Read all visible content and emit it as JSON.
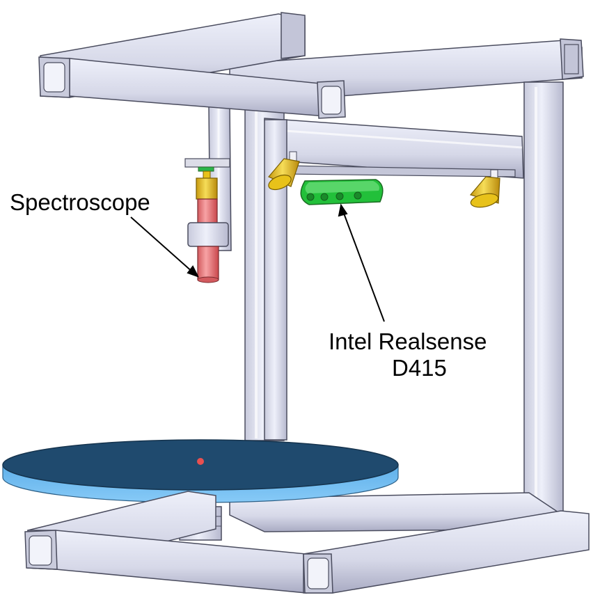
{
  "labels": {
    "spectroscope": "Spectroscope",
    "camera_line1": "Intel  Realsense",
    "camera_line2": "D415"
  },
  "colors": {
    "frame_fill": "#d9dbea",
    "frame_dark": "#a9abc3",
    "frame_stroke": "#4a4c5e",
    "camera_green": "#22c03a",
    "light_gold": "#e8c21a",
    "spectro_red": "#e8767a",
    "turntable_top": "#1f4a6e",
    "turntable_edge": "#6ab9f0",
    "center_dot": "#e85050"
  }
}
